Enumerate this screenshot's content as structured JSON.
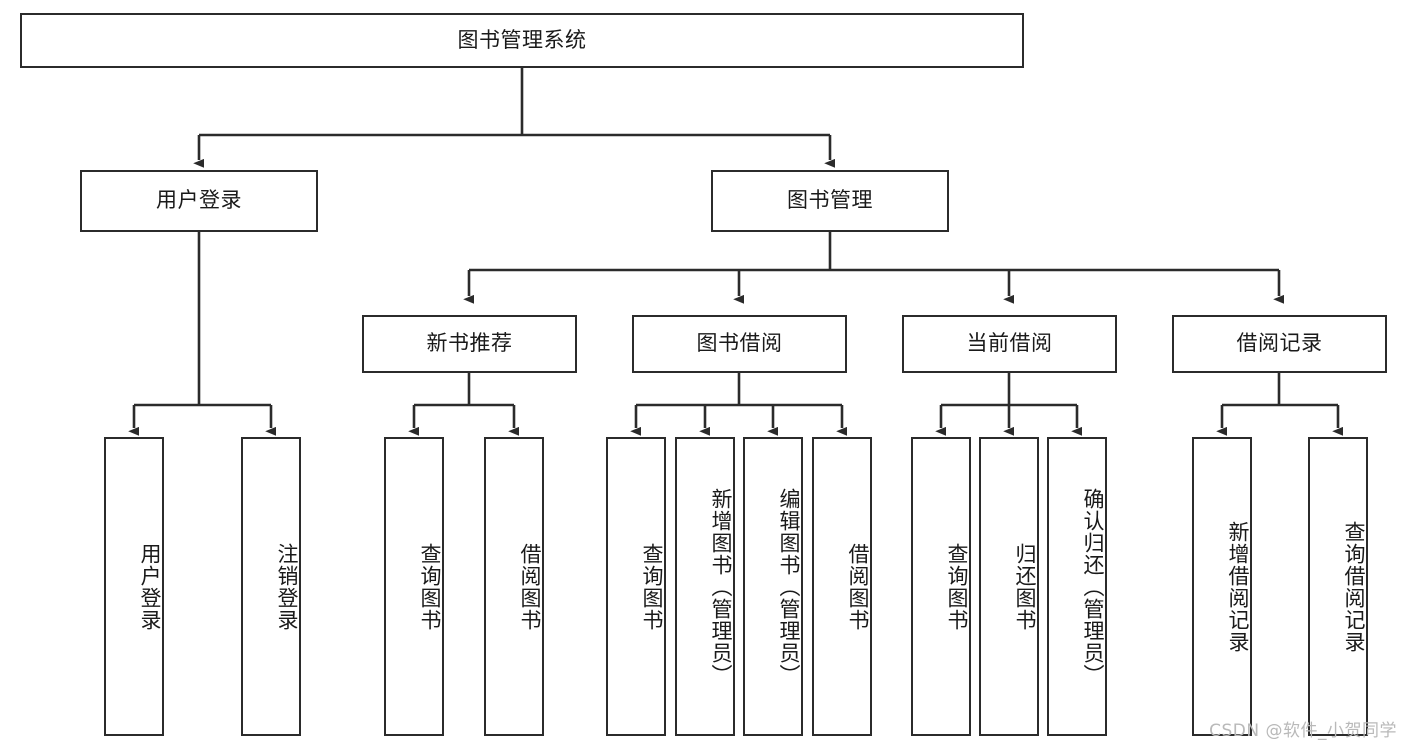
{
  "diagram": {
    "title": "图书管理系统",
    "type": "tree-hierarchy",
    "watermark": "CSDN @软件_小贺同学",
    "colors": {
      "box_border": "#2b2b2b",
      "box_fill": "#ffffff",
      "connector": "#2b2b2b",
      "text": "#1a1a1a",
      "watermark": "#b9b9b9",
      "background": "#ffffff"
    },
    "nodes": {
      "root": {
        "label": "图书管理系统"
      },
      "level2": [
        {
          "label": "用户登录"
        },
        {
          "label": "图书管理"
        }
      ],
      "level3": [
        {
          "label": "新书推荐"
        },
        {
          "label": "图书借阅"
        },
        {
          "label": "当前借阅"
        },
        {
          "label": "借阅记录"
        }
      ],
      "leaves": [
        {
          "label": "用户登录"
        },
        {
          "label": "注销登录"
        },
        {
          "label": "查询图书"
        },
        {
          "label": "借阅图书"
        },
        {
          "label": "查询图书"
        },
        {
          "label": "新增图书（管理员）"
        },
        {
          "label": "编辑图书（管理员）"
        },
        {
          "label": "借阅图书"
        },
        {
          "label": "查询图书"
        },
        {
          "label": "归还图书"
        },
        {
          "label": "确认归还（管理员）"
        },
        {
          "label": "新增借阅记录"
        },
        {
          "label": "查询借阅记录"
        }
      ]
    }
  }
}
